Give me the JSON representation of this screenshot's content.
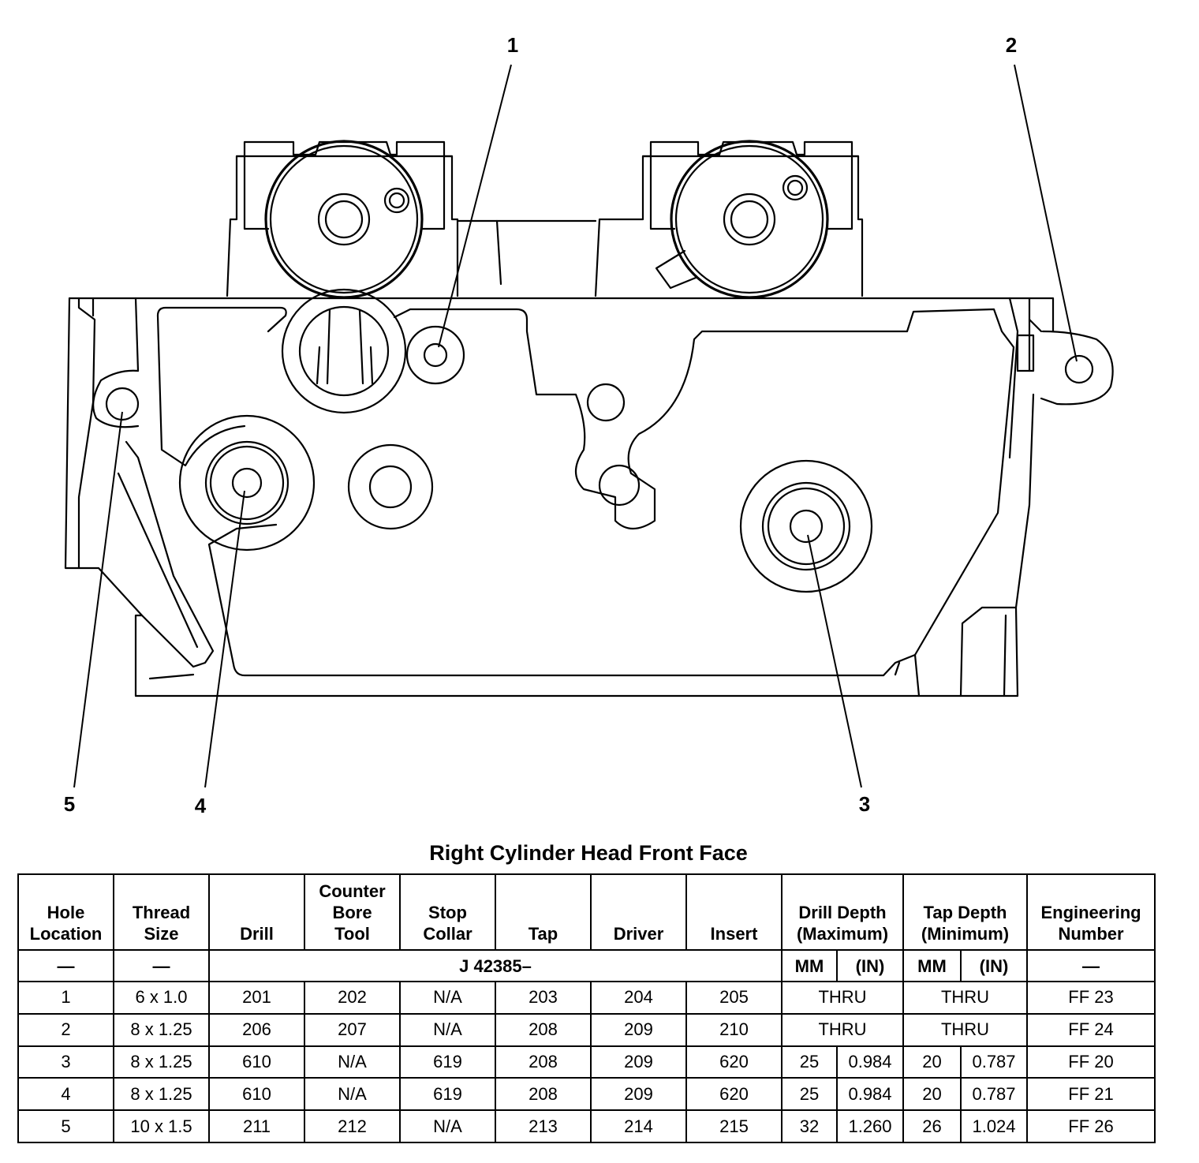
{
  "diagram": {
    "callouts": [
      "1",
      "2",
      "3",
      "4",
      "5"
    ]
  },
  "table": {
    "title": "Right Cylinder Head Front Face",
    "headers": {
      "hole_location": [
        "Hole",
        "Location"
      ],
      "thread_size": [
        "Thread",
        "Size"
      ],
      "drill": "Drill",
      "counter_bore_tool": [
        "Counter",
        "Bore",
        "Tool"
      ],
      "stop_collar": [
        "Stop",
        "Collar"
      ],
      "tap": "Tap",
      "driver": "Driver",
      "insert": "Insert",
      "drill_depth": [
        "Drill Depth",
        "(Maximum)"
      ],
      "tap_depth": [
        "Tap Depth",
        "(Minimum)"
      ],
      "engineering_number": [
        "Engineering",
        "Number"
      ]
    },
    "subheader": {
      "hole_location": "—",
      "thread_size": "—",
      "tool_prefix": "J 42385–",
      "drill_mm": "MM",
      "drill_in": "(IN)",
      "tap_mm": "MM",
      "tap_in": "(IN)",
      "engineering_number": "—"
    },
    "rows": [
      {
        "hole": "1",
        "thread": "6 x 1.0",
        "drill": "201",
        "cbt": "202",
        "collar": "N/A",
        "tap": "203",
        "driver": "204",
        "insert": "205",
        "drill_depth": "THRU",
        "tap_depth": "THRU",
        "eng": "FF 23"
      },
      {
        "hole": "2",
        "thread": "8 x 1.25",
        "drill": "206",
        "cbt": "207",
        "collar": "N/A",
        "tap": "208",
        "driver": "209",
        "insert": "210",
        "drill_depth": "THRU",
        "tap_depth": "THRU",
        "eng": "FF 24"
      },
      {
        "hole": "3",
        "thread": "8 x 1.25",
        "drill": "610",
        "cbt": "N/A",
        "collar": "619",
        "tap": "208",
        "driver": "209",
        "insert": "620",
        "drill_mm": "25",
        "drill_in": "0.984",
        "tap_mm": "20",
        "tap_in": "0.787",
        "eng": "FF 20"
      },
      {
        "hole": "4",
        "thread": "8 x 1.25",
        "drill": "610",
        "cbt": "N/A",
        "collar": "619",
        "tap": "208",
        "driver": "209",
        "insert": "620",
        "drill_mm": "25",
        "drill_in": "0.984",
        "tap_mm": "20",
        "tap_in": "0.787",
        "eng": "FF 21"
      },
      {
        "hole": "5",
        "thread": "10 x 1.5",
        "drill": "211",
        "cbt": "212",
        "collar": "N/A",
        "tap": "213",
        "driver": "214",
        "insert": "215",
        "drill_mm": "32",
        "drill_in": "1.260",
        "tap_mm": "26",
        "tap_in": "1.024",
        "eng": "FF 26"
      }
    ]
  }
}
